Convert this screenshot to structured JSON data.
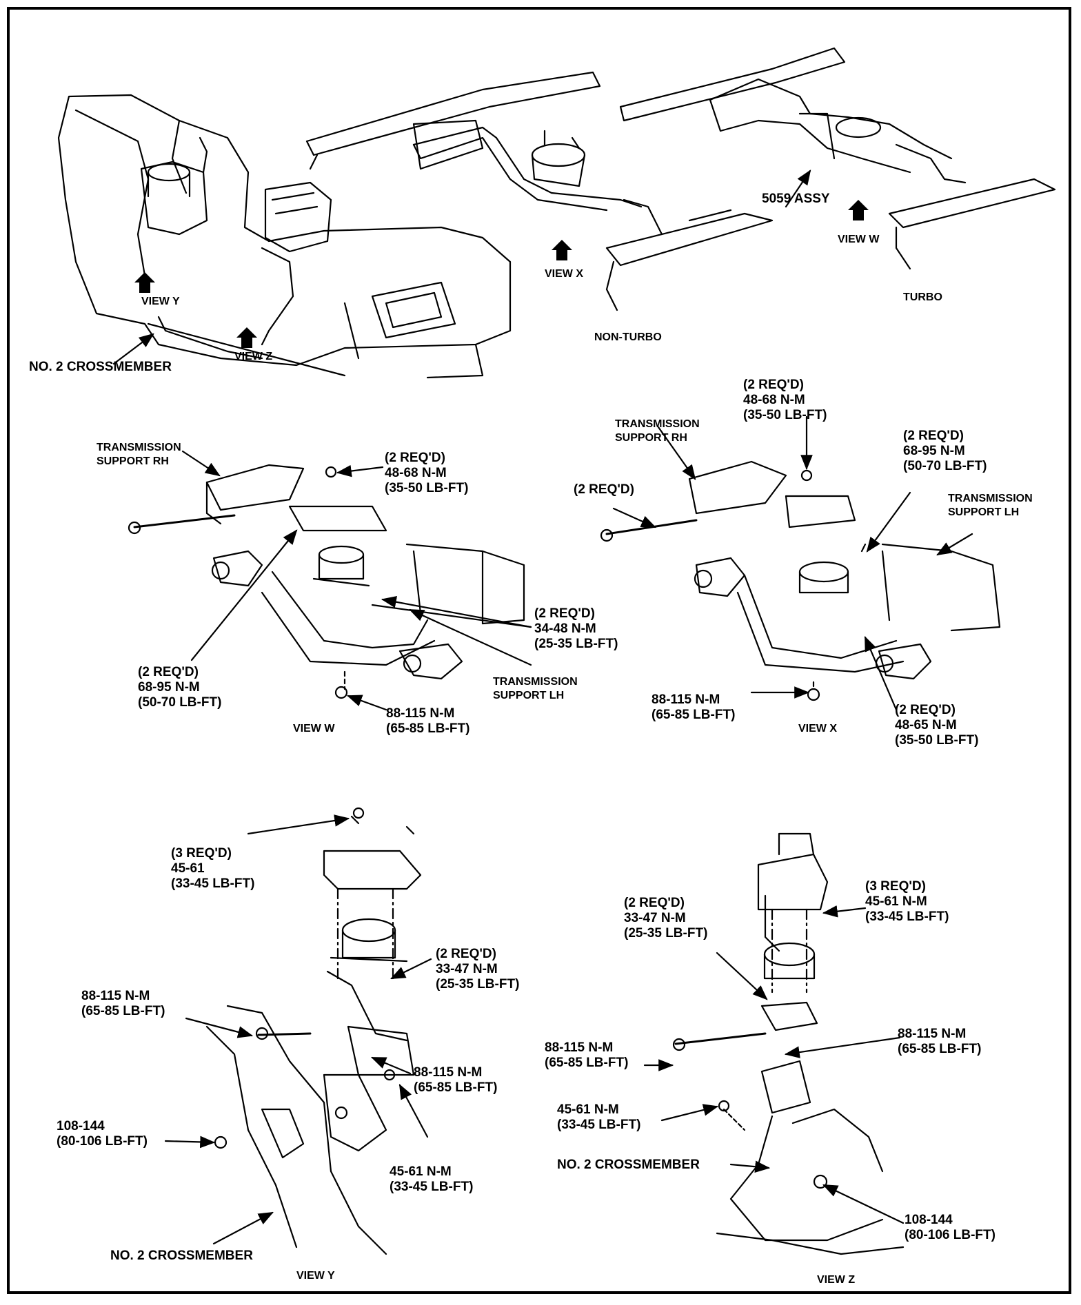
{
  "top": {
    "view_y": "VIEW Y",
    "view_z": "VIEW Z",
    "view_x": "VIEW X",
    "view_w": "VIEW W",
    "crossmember": "NO. 2 CROSSMEMBER",
    "non_turbo": "NON-TURBO",
    "turbo": "TURBO",
    "assy": "5059 ASSY"
  },
  "view_w_panel": {
    "caption": "VIEW  W",
    "support_rh": [
      "TRANSMISSION",
      "SUPPORT RH"
    ],
    "support_lh": [
      "TRANSMISSION",
      "SUPPORT LH"
    ],
    "nut_top": [
      "(2 REQ'D)",
      "48-68 N-M",
      "(35-50 LB-FT)"
    ],
    "bolt_mid": [
      "(2 REQ'D)",
      "34-48 N-M",
      "(25-35 LB-FT)"
    ],
    "bolt_left": [
      "(2 REQ'D)",
      "68-95 N-M",
      "(50-70 LB-FT)"
    ],
    "nut_bottom": [
      "88-115 N-M",
      "(65-85 LB-FT)"
    ]
  },
  "view_x_panel": {
    "caption": "VIEW X",
    "support_rh": [
      "TRANSMISSION",
      "SUPPORT RH"
    ],
    "support_lh": [
      "TRANSMISSION",
      "SUPPORT LH"
    ],
    "nut_top": [
      "(2 REQ'D)",
      "48-68 N-M",
      "(35-50 LB-FT)"
    ],
    "bolt_right": [
      "(2 REQ'D)",
      "68-95 N-M",
      "(50-70 LB-FT)"
    ],
    "bolt_left": "(2 REQ'D)",
    "nut_bottom": [
      "88-115 N-M",
      "(65-85 LB-FT)"
    ],
    "bolt_lower_right": [
      "(2 REQ'D)",
      "48-65 N-M",
      "(35-50 LB-FT)"
    ]
  },
  "view_y_panel": {
    "caption": "VIEW Y",
    "top_bolts": [
      "(3 REQ'D)",
      "45-61",
      "(33-45 LB-FT)"
    ],
    "mid_bolts": [
      "(2 REQ'D)",
      "33-47 N-M",
      "(25-35 LB-FT)"
    ],
    "through_bolt": [
      "88-115 N-M",
      "(65-85 LB-FT)"
    ],
    "mount_nut": [
      "88-115 N-M",
      "(65-85 LB-FT)"
    ],
    "lower_nut": [
      "108-144",
      "(80-106 LB-FT)"
    ],
    "side_bolt": [
      "45-61 N-M",
      "(33-45 LB-FT)"
    ],
    "crossmember": "NO. 2 CROSSMEMBER"
  },
  "view_z_panel": {
    "caption": "VIEW Z",
    "top_bolts": [
      "(3 REQ'D)",
      "45-61 N-M",
      "(33-45 LB-FT)"
    ],
    "mid_bolts": [
      "(2 REQ'D)",
      "33-47 N-M",
      "(25-35 LB-FT)"
    ],
    "through_bolt": [
      "88-115 N-M",
      "(65-85 LB-FT)"
    ],
    "mount_nut": [
      "88-115 N-M",
      "(65-85 LB-FT)"
    ],
    "side_bolt": [
      "45-61 N-M",
      "(33-45 LB-FT)"
    ],
    "crossmember": "NO. 2 CROSSMEMBER",
    "lower_nut": [
      "108-144",
      "(80-106 LB-FT)"
    ]
  }
}
